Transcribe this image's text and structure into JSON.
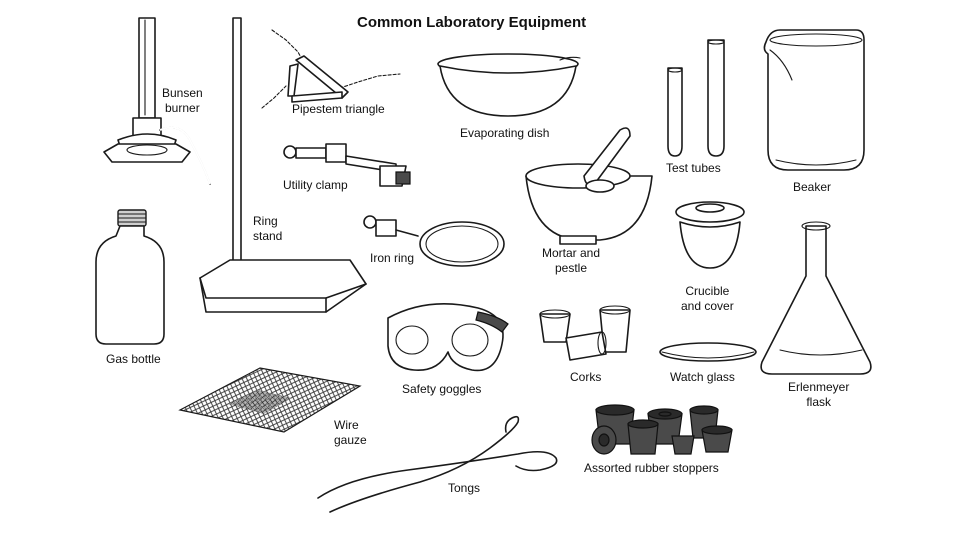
{
  "title": "Common Laboratory Equipment",
  "labels": {
    "bunsen_burner_1": "Bunsen",
    "bunsen_burner_2": "burner",
    "pipestem_triangle": "Pipestem triangle",
    "evaporating_dish": "Evaporating dish",
    "test_tubes": "Test tubes",
    "beaker": "Beaker",
    "utility_clamp": "Utility clamp",
    "ring_stand_1": "Ring",
    "ring_stand_2": "stand",
    "iron_ring": "Iron ring",
    "mortar_pestle_1": "Mortar and",
    "mortar_pestle_2": "pestle",
    "crucible_cover_1": "Crucible",
    "crucible_cover_2": "and cover",
    "gas_bottle": "Gas bottle",
    "safety_goggles": "Safety goggles",
    "corks": "Corks",
    "watch_glass": "Watch glass",
    "erlenmeyer_1": "Erlenmeyer",
    "erlenmeyer_2": "flask",
    "wire_gauze_1": "Wire",
    "wire_gauze_2": "gauze",
    "tongs": "Tongs",
    "rubber_stoppers": "Assorted rubber stoppers"
  },
  "colors": {
    "ink": "#1a1a1a",
    "background": "#ffffff",
    "rubber": "#4a4a4a"
  }
}
